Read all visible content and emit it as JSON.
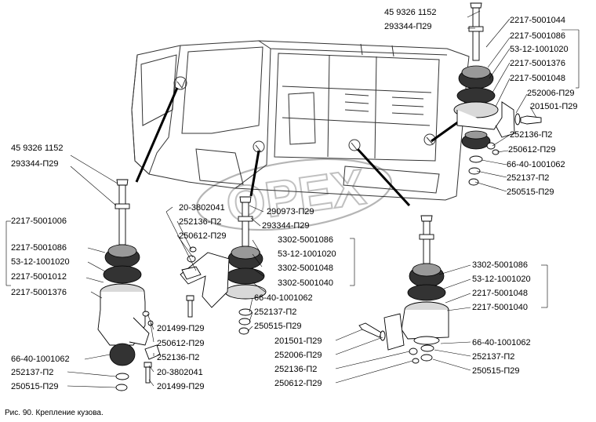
{
  "caption": "Рис. 90. Крепление кузова.",
  "watermark": "OPEX",
  "labels": {
    "tr_bolt": "45 9326 1152",
    "tr_washer": "293344-П29",
    "tr_1": "2217-5001044",
    "tr_2": "2217-5001086",
    "tr_3": "53-12-1001020",
    "tr_4": "2217-5001376",
    "tr_5": "2217-5001048",
    "tr_6": "252006-П29",
    "tr_7": "201501-П29",
    "tr_8": "252136-П2",
    "tr_9": "250612-П29",
    "tr_10": "66-40-1001062",
    "tr_11": "252137-П2",
    "tr_12": "250515-П29",
    "l_bolt": "45 9326 1152",
    "l_washer": "293344-П29",
    "l_1": "2217-5001006",
    "l_2": "2217-5001086",
    "l_3": "53-12-1001020",
    "l_4": "2217-5001012",
    "l_5": "2217-5001376",
    "l_6": "66-40-1001062",
    "l_7": "252137-П2",
    "l_8": "250515-П29",
    "l_9": "201499-П29",
    "l_10": "250612-П29",
    "l_11": "252136-П2",
    "l_12": "20-3802041",
    "l_13": "201499-П29",
    "c_1": "20-3802041",
    "c_2": "252136-П2",
    "c_3": "250612-П29",
    "c_4": "290973-П29",
    "c_5": "293344-П29",
    "c_6": "3302-5001086",
    "c_7": "53-12-1001020",
    "c_8": "3302-5001048",
    "c_9": "3302-5001040",
    "c_10": "66-40-1001062",
    "c_11": "252137-П2",
    "c_12": "250515-П29",
    "c_13": "201501-П29",
    "c_14": "252006-П29",
    "c_15": "252136-П2",
    "c_16": "250612-П29",
    "r_1": "3302-5001086",
    "r_2": "53-12-1001020",
    "r_3": "2217-5001048",
    "r_4": "2217-5001040",
    "r_5": "66-40-1001062",
    "r_6": "252137-П2",
    "r_7": "250515-П29"
  }
}
